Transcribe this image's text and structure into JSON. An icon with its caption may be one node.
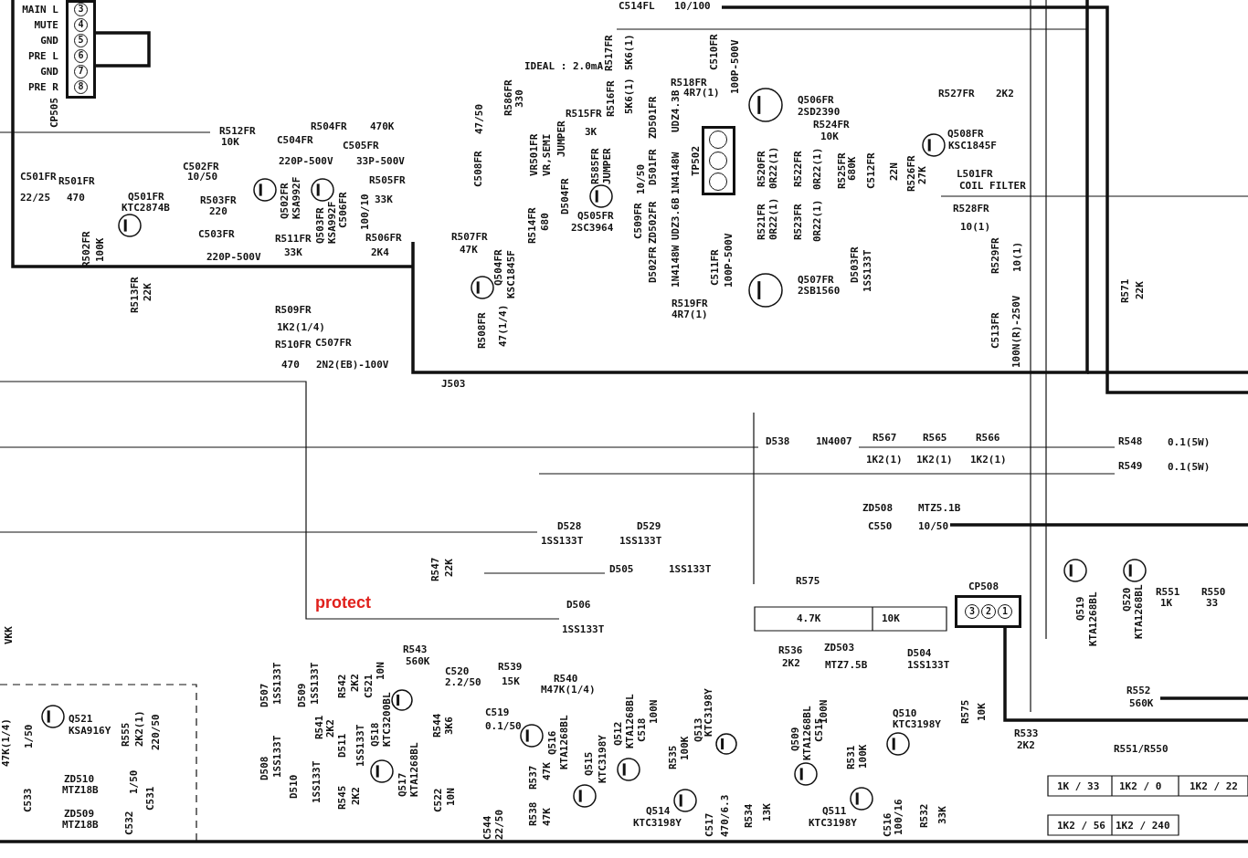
{
  "diagram": {
    "nodes": [
      {
        "text": [
          "CP505"
        ]
      },
      {
        "text": [
          "3"
        ],
        "in": 0,
        "beside": [
          "MAIN L"
        ]
      },
      {
        "text": [
          "4"
        ],
        "in": 0,
        "beside": [
          "MUTE"
        ]
      },
      {
        "text": [
          "5"
        ],
        "in": 0,
        "beside": [
          "GND"
        ]
      },
      {
        "text": [
          "6"
        ],
        "in": 0,
        "beside": [
          "PRE L"
        ]
      },
      {
        "text": [
          "7"
        ],
        "in": 0,
        "beside": [
          "GND"
        ]
      },
      {
        "text": [
          "8"
        ],
        "in": 0,
        "beside": [
          "PRE R"
        ]
      },
      {
        "text": [
          "TP502"
        ]
      },
      {
        "text": [],
        "shape": "circle",
        "in": 7
      },
      {
        "text": [],
        "shape": "circle",
        "in": 7
      },
      {
        "text": [],
        "shape": "circle",
        "in": 7
      },
      {
        "text": [
          "CP508"
        ]
      },
      {
        "text": [
          "3"
        ],
        "in": 11
      },
      {
        "text": [
          "2"
        ],
        "in": 11
      },
      {
        "text": [
          "1"
        ],
        "in": 11
      }
    ],
    "labels": [
      "C514FL",
      "10/100",
      "IDEAL : 2.0mA",
      "R517FR",
      "5K6(1)",
      "C510FR",
      "100P-500V",
      "R518FR",
      "4R7(1)",
      "R527FR",
      "2K2",
      "Q506FR",
      "2SD2390",
      "R586FR",
      "330",
      "R516FR",
      "5K6(1)",
      "R512FR",
      "10K",
      "R504FR",
      "470K",
      "R515FR",
      "3K",
      "R524FR",
      "10K",
      "Q508FR",
      "KSC1845F",
      "C504FR",
      "220P-500V",
      "C505FR",
      "33P-500V",
      "ZD501FR",
      "UDZ4.3B",
      "C508FR",
      "47/50",
      "VR501FR",
      "VR,SEMI",
      "JUMPER",
      "C501FR",
      "R501FR",
      "C502FR",
      "10/50",
      "L501FR",
      "COIL FILTER",
      "R505FR",
      "D501FR",
      "1N4148W",
      "R520FR",
      "0R22(1)",
      "R522FR",
      "0R22(1)",
      "R525FR",
      "680K",
      "C512FR",
      "22N",
      "R526FR",
      "27K",
      "R585FR",
      "JUMPER",
      "C509FR",
      "10/50",
      "22/25",
      "470",
      "Q501FR",
      "KTC2874B",
      "R503FR",
      "220",
      "33K",
      "Q502FR",
      "KSA992F",
      "C506FR",
      "100/10",
      "D504FR",
      "Q505FR",
      "2SC3964",
      "Q503FR",
      "KSA992F",
      "C503FR",
      "220P-500V",
      "R511FR",
      "33K",
      "R506FR",
      "2K4",
      "R507FR",
      "47K",
      "R514FR",
      "680",
      "ZD502FR",
      "UDZ3.6B",
      "R521FR",
      "0R22(1)",
      "R523FR",
      "0R22(1)",
      "R528FR",
      "10(1)",
      "R502FR",
      "100K",
      "R529FR",
      "10(1)",
      "Q504FR",
      "KSC1845F",
      "D502FR",
      "1N4148W",
      "C511FR",
      "100P-500V",
      "Q507FR",
      "2SB1560",
      "D503FR",
      "1SS133T",
      "R519FR",
      "4R7(1)",
      "R513FR",
      "22K",
      "R571",
      "22K",
      "R509FR",
      "1K2(1/4)",
      "R508FR",
      "47(1/4)",
      "R510FR",
      "C507FR",
      "C513FR",
      "100N(R)-250V",
      "470",
      "2N2(EB)-100V",
      "J503",
      "D538",
      "1N4007",
      "R567",
      "R565",
      "R566",
      "R548",
      "0.1(5W)",
      "1K2(1)",
      "1K2(1)",
      "1K2(1)",
      "R549",
      "0.1(5W)",
      "ZD508",
      "MTZ5.1B",
      "D528",
      "D529",
      "C550",
      "10/50",
      "1SS133T",
      "1SS133T",
      "D505",
      "1SS133T",
      "R547",
      "22K",
      "R575",
      "R551",
      "R550",
      "protect",
      "D506",
      "1SS133T",
      "1K",
      "33",
      "4.7K",
      "10K",
      "Q519",
      "KTA1268BL",
      "Q520",
      "KTA1268BL",
      "VKK",
      "R543",
      "R536",
      "ZD503",
      "D504",
      "560K",
      "R539",
      "2K2",
      "MTZ7.5B",
      "1SS133T",
      "C520",
      "R540",
      "2.2/50",
      "15K",
      "M47K(1/4)",
      "R552",
      "560K",
      "D507",
      "1SS133T",
      "D509",
      "1SS133T",
      "R542",
      "2K2",
      "C521",
      "10N",
      "C519",
      "Q521",
      "Q510",
      "0.1/50",
      "KSA916Y",
      "KTC3198Y",
      "R575",
      "10K",
      "R533",
      "2K2",
      "R544",
      "3K6",
      "Q513",
      "KTC3198Y",
      "R551/R550",
      "R541",
      "2K2",
      "47K(1/4)",
      "1/50",
      "R555",
      "2K2(1)",
      "220/50",
      "Q518",
      "KTC3200BL",
      "D511",
      "1SS133T",
      "100N",
      "100N",
      "Q512",
      "KTA1268BL",
      "C518",
      "R535",
      "100K",
      "Q509",
      "KTA1268BL",
      "C515",
      "R531",
      "100K",
      "Q516",
      "KTA1268BL",
      "ZD510",
      "MTZ18B",
      "D508",
      "1SS133T",
      "C532",
      "1/50",
      "Q515",
      "KTC3198Y",
      "R537",
      "47K",
      "Q517",
      "KTA1268BL",
      "D510",
      "1SS133T",
      "ZD509",
      "MTZ18B",
      "Q514",
      "Q511",
      "KTC3198Y",
      "KTC3198Y",
      "C533",
      "C531",
      "R545",
      "2K2",
      "C522",
      "10N",
      "1K / 33",
      "1K2 / 0",
      "1K2 / 22",
      "C517",
      "470/6.3",
      "R534",
      "13K",
      "R538",
      "47K",
      "C544",
      "22/50",
      "C516",
      "100/16",
      "R532",
      "33K",
      "1K2 / 56",
      "1K2 / 240"
    ]
  }
}
